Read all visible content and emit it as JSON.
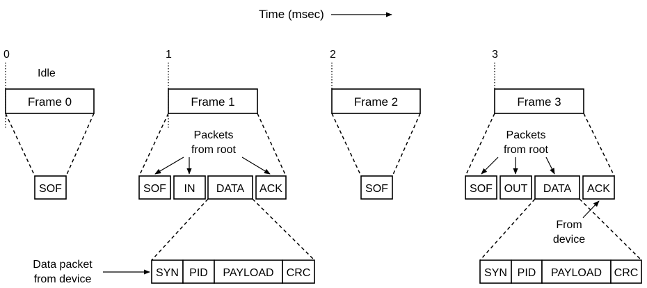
{
  "time_axis": {
    "label": "Time (msec)"
  },
  "ticks": [
    "0",
    "1",
    "2",
    "3"
  ],
  "idle_label": "Idle",
  "frames": [
    "Frame 0",
    "Frame 1",
    "Frame 2",
    "Frame 3"
  ],
  "frame0_packets": [
    "SOF"
  ],
  "frame1_packets": [
    "SOF",
    "IN",
    "DATA",
    "ACK"
  ],
  "frame2_packets": [
    "SOF"
  ],
  "frame3_packets": [
    "SOF",
    "OUT",
    "DATA",
    "ACK"
  ],
  "packets_from_root": {
    "line1": "Packets",
    "line2": "from root"
  },
  "from_device": {
    "line1": "From",
    "line2": "device"
  },
  "data_packet_label": {
    "line1": "Data packet",
    "line2": "from device"
  },
  "data_packet_fields": [
    "SYN",
    "PID",
    "PAYLOAD",
    "CRC"
  ]
}
